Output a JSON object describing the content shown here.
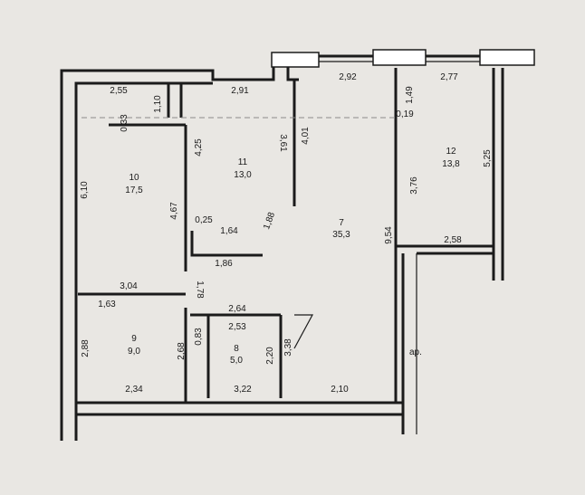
{
  "rooms": [
    {
      "number": "7",
      "area": "35,3"
    },
    {
      "number": "8",
      "area": "5,0"
    },
    {
      "number": "9",
      "area": "9,0"
    },
    {
      "number": "10",
      "area": "17,5"
    },
    {
      "number": "11",
      "area": "13,0"
    },
    {
      "number": "12",
      "area": "13,8"
    }
  ],
  "dimensions": [
    "2,55",
    "1,10",
    "2,91",
    "2,92",
    "2,77",
    "1,49",
    "0,19",
    "0,33",
    "4,25",
    "3,61",
    "4,01",
    "5,25",
    "3,76",
    "6,10",
    "4,67",
    "0,25",
    "1,64",
    "1,88",
    "9,54",
    "2,58",
    "1,86",
    "3,04",
    "1,78",
    "1,63",
    "2,64",
    "2,53",
    "0,83",
    "2,88",
    "2,68",
    "2,20",
    "2,34",
    "3,22",
    "2,10",
    "3,38"
  ],
  "note": "ар."
}
